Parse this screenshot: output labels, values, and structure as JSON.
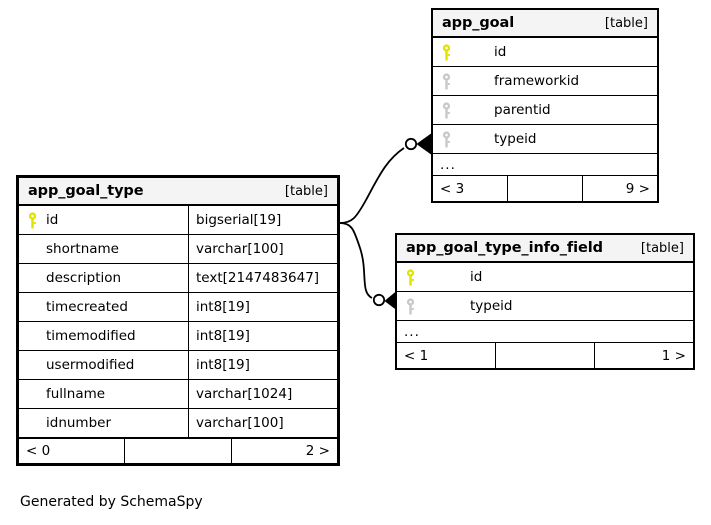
{
  "diagram": {
    "caption": "Generated by SchemaSpy",
    "table_tag": "[table]",
    "ellipsis": "...",
    "colors": {
      "primary_key": "#e2e200",
      "foreign_key": "#c8c8c8",
      "header_background": "#f4f4f4",
      "border": "#000000",
      "background": "#ffffff"
    }
  },
  "tables": [
    {
      "id": "app_goal_type",
      "name": "app_goal_type",
      "tag": "[table]",
      "focus": true,
      "has_type_column": true,
      "columns": [
        {
          "key": "primary-key",
          "name": "id",
          "type": "bigserial[19]"
        },
        {
          "key": "none",
          "name": "shortname",
          "type": "varchar[100]"
        },
        {
          "key": "none",
          "name": "description",
          "type": "text[2147483647]"
        },
        {
          "key": "none",
          "name": "timecreated",
          "type": "int8[19]"
        },
        {
          "key": "none",
          "name": "timemodified",
          "type": "int8[19]"
        },
        {
          "key": "none",
          "name": "usermodified",
          "type": "int8[19]"
        },
        {
          "key": "none",
          "name": "fullname",
          "type": "varchar[1024]"
        },
        {
          "key": "none",
          "name": "idnumber",
          "type": "varchar[100]"
        }
      ],
      "show_ellipsis": false,
      "footer": {
        "left": "< 0",
        "middle": "",
        "right": "2 >"
      }
    },
    {
      "id": "app_goal",
      "name": "app_goal",
      "tag": "[table]",
      "focus": false,
      "has_type_column": false,
      "columns": [
        {
          "key": "primary-key",
          "name": "id",
          "type": ""
        },
        {
          "key": "foreign-key",
          "name": "frameworkid",
          "type": ""
        },
        {
          "key": "foreign-key",
          "name": "parentid",
          "type": ""
        },
        {
          "key": "foreign-key",
          "name": "typeid",
          "type": ""
        }
      ],
      "show_ellipsis": true,
      "footer": {
        "left": "< 3",
        "middle": "",
        "right": "9 >"
      }
    },
    {
      "id": "app_goal_type_info_field",
      "name": "app_goal_type_info_field",
      "tag": "[table]",
      "focus": false,
      "has_type_column": false,
      "columns": [
        {
          "key": "primary-key",
          "name": "id",
          "type": ""
        },
        {
          "key": "foreign-key",
          "name": "typeid",
          "type": ""
        }
      ],
      "show_ellipsis": true,
      "footer": {
        "left": "< 1",
        "middle": "",
        "right": "1 >"
      }
    }
  ],
  "relationships": [
    {
      "from": "app_goal_type.id",
      "to": "app_goal.typeid",
      "cardinality": "zero-to-many"
    },
    {
      "from": "app_goal_type.id",
      "to": "app_goal_type_info_field.typeid",
      "cardinality": "zero-to-many"
    }
  ]
}
